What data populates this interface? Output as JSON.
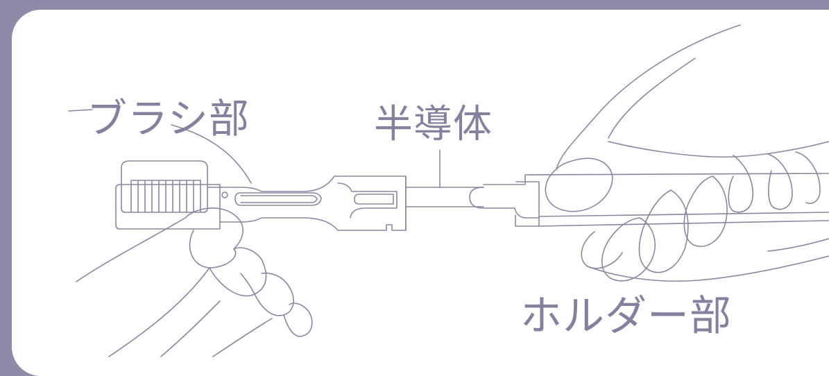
{
  "labels": {
    "brush": "ブラシ部",
    "semiconductor": "半導体",
    "holder": "ホルダー部"
  },
  "colors": {
    "frame": "#8f8aa6",
    "panel": "#ffffff",
    "text": "#85809d",
    "line": "#8a86a0"
  }
}
